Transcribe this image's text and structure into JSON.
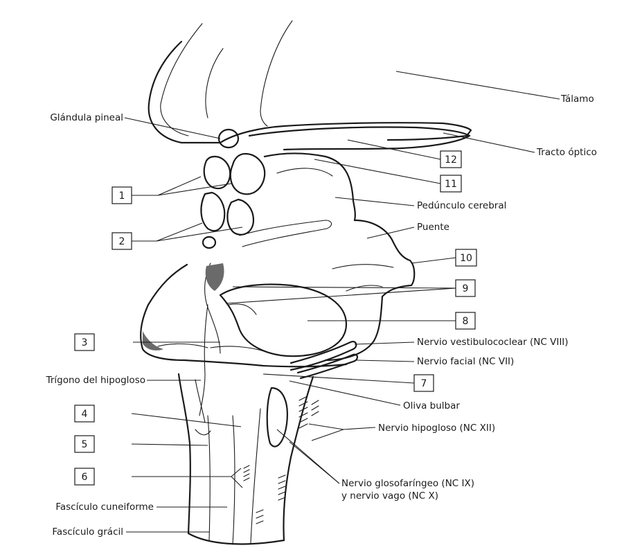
{
  "labels": {
    "talamo": "Tálamo",
    "glandula_pineal": "Glándula pineal",
    "tracto_optico": "Tracto óptico",
    "pedunculo_cerebral": "Pedúnculo cerebral",
    "puente": "Puente",
    "nervio_vestibulococlear": "Nervio vestibulococlear (NC VIII)",
    "nervio_facial": "Nervio facial (NC VII)",
    "trigono_hipogloso": "Trígono del hipogloso",
    "oliva_bulbar": "Oliva bulbar",
    "nervio_hipogloso": "Nervio hipogloso (NC XII)",
    "nervio_glosofaringeo_1": "Nervio glosofaríngeo (NC IX)",
    "nervio_glosofaringeo_2": "y nervio vago (NC X)",
    "fasciculo_cuneiforme": "Fascículo cuneiforme",
    "fasciculo_gracil": "Fascículo grácil"
  },
  "numbers": {
    "n1": "1",
    "n2": "2",
    "n3": "3",
    "n4": "4",
    "n5": "5",
    "n6": "6",
    "n7": "7",
    "n8": "8",
    "n9": "9",
    "n10": "10",
    "n11": "11",
    "n12": "12"
  }
}
